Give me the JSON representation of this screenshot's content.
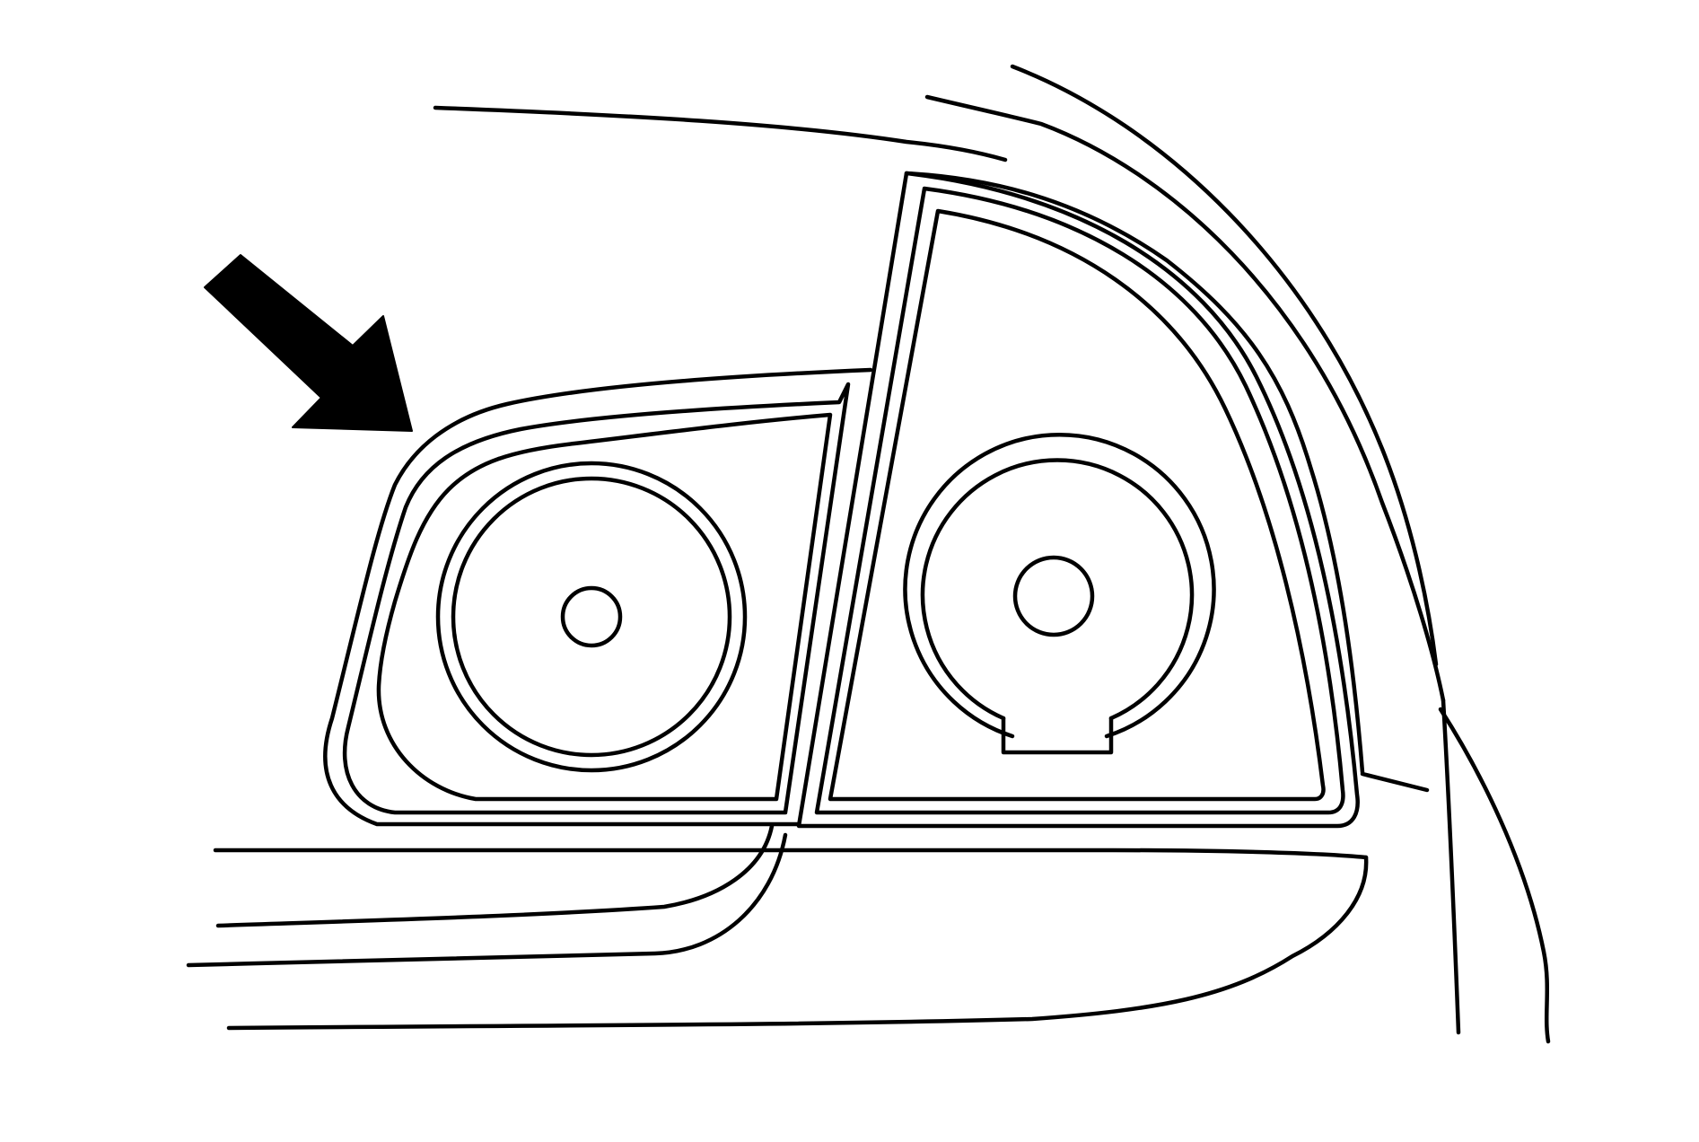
{
  "diagram": {
    "subject": "rear-tail-lamp-assembly",
    "indicator": "pointer-arrow",
    "indicated_part": "inner-tail-lamp",
    "colors": {
      "background": "#ffffff",
      "line": "#000000",
      "arrow": "#000000"
    }
  }
}
